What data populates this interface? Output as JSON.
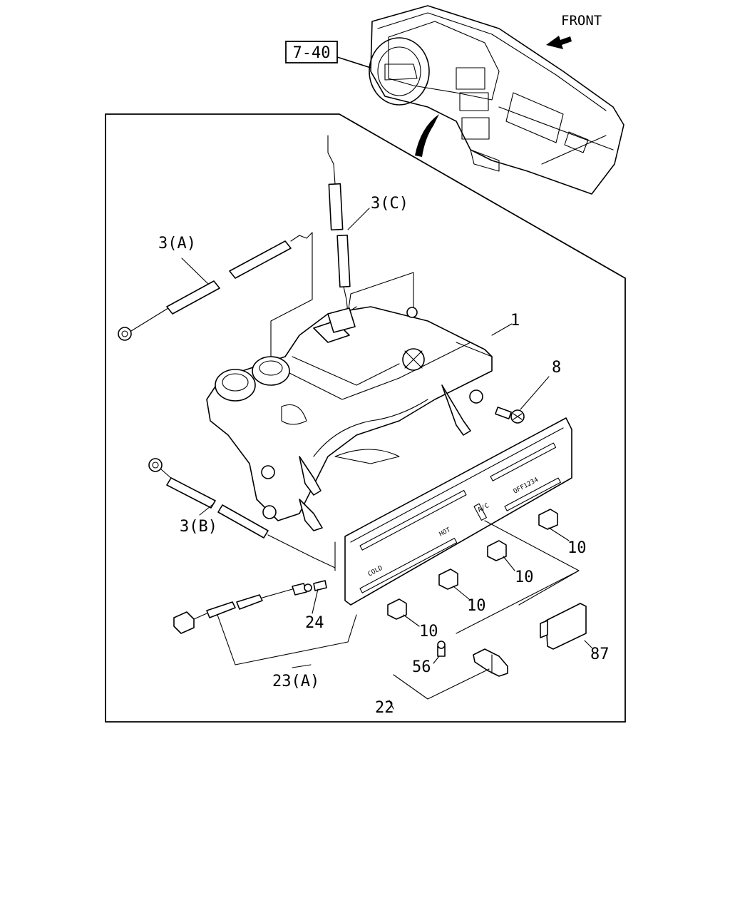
{
  "reference": {
    "ref_box": "7-40",
    "front_label": "FRONT"
  },
  "callouts": {
    "p1": "1",
    "p3a": "3(A)",
    "p3b": "3(B)",
    "p3c": "3(C)",
    "p8": "8",
    "p10": "10",
    "p22": "22",
    "p23a": "23(A)",
    "p24": "24",
    "p56": "56",
    "p87": "87"
  },
  "panel_text": {
    "cold": "COLD",
    "hot": "HOT",
    "ac": "A/C",
    "fan": "OFF1234"
  }
}
